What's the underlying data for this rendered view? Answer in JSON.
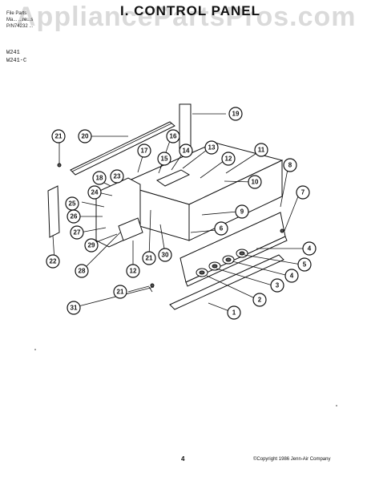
{
  "header": {
    "file_label": "File Parts",
    "line2": "Ma... ...re...s",
    "line3": "P/N74232 ...",
    "title": "I. CONTROL PANEL",
    "watermark": "AppliancePartsPros.com"
  },
  "models": [
    "W241",
    "W241-C"
  ],
  "callouts": [
    "1",
    "2",
    "3",
    "4",
    "5",
    "4",
    "6",
    "7",
    "8",
    "9",
    "10",
    "11",
    "12",
    "13",
    "14",
    "15",
    "16",
    "17",
    "18",
    "19",
    "20",
    "21",
    "21",
    "21",
    "22",
    "23",
    "24",
    "25",
    "26",
    "27",
    "28",
    "29",
    "30",
    "31",
    "12"
  ],
  "footer": {
    "page_number": "4",
    "copyright": "©Copyright 1986 Jenn-Air Company"
  }
}
